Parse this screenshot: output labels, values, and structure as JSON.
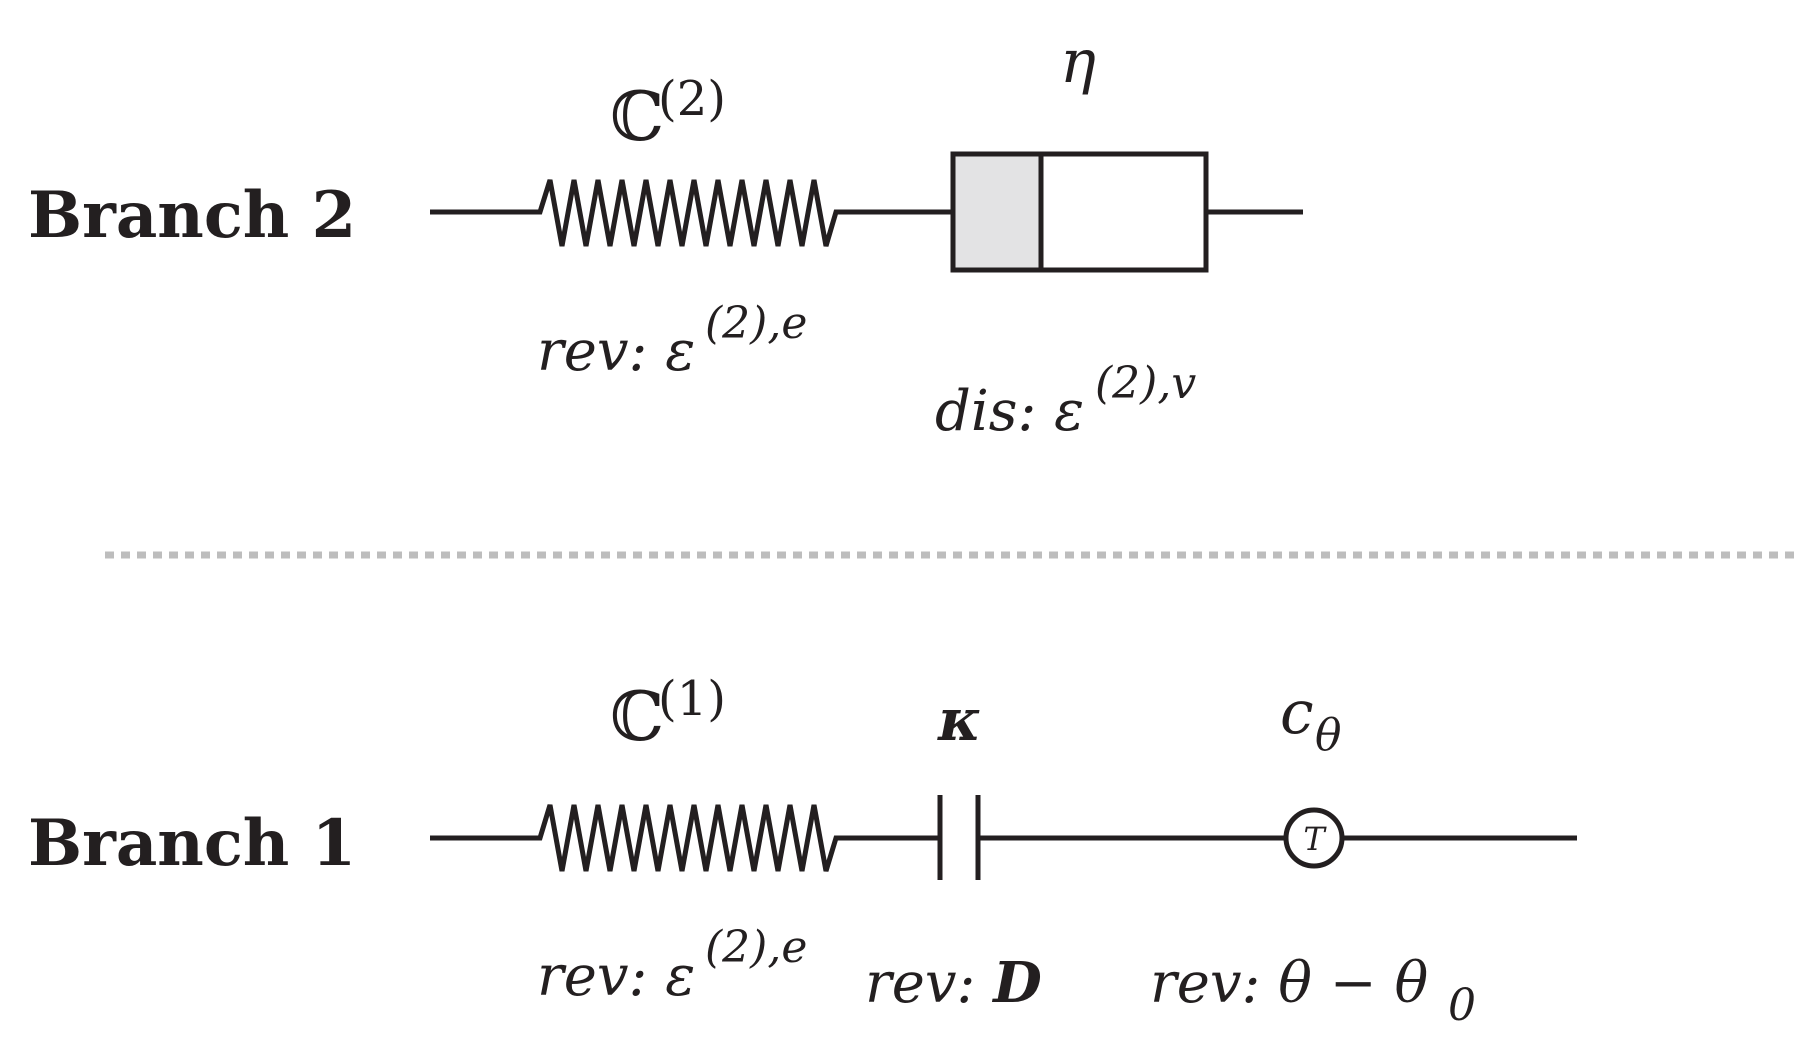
{
  "branch2": {
    "label": "Branch 2",
    "spring": {
      "symbol": "ℂ",
      "superscript": "(2)",
      "caption_prefix": "rev: ",
      "caption_var": "ε",
      "caption_sup": "(2),e"
    },
    "dashpot": {
      "symbol": "η",
      "caption_prefix": "dis: ",
      "caption_var": "ε",
      "caption_sup": "(2),v"
    }
  },
  "branch1": {
    "label": "Branch 1",
    "spring": {
      "symbol": "ℂ",
      "superscript": "(1)",
      "caption_prefix": "rev: ",
      "caption_var": "ε",
      "caption_sup": "(2),e"
    },
    "capacitor": {
      "symbol": "κ",
      "caption_prefix": "rev: ",
      "caption_var": "D"
    },
    "thermal": {
      "symbol": "c",
      "subscript": "θ",
      "node_letter": "T",
      "caption_prefix": "rev: ",
      "caption_expr": "θ − θ",
      "caption_sub": "0"
    }
  },
  "colors": {
    "ink": "#231f20",
    "dashpot_fill": "#e3e3e4",
    "separator": "#bdbdbd"
  }
}
